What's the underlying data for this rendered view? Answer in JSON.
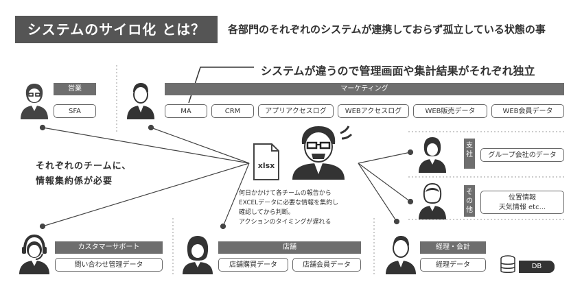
{
  "header": {
    "title": "システムのサイロ化 とは？",
    "subtitle": "各部門のそれぞれのシステムが連携しておらず孤立している状態の事"
  },
  "callout": {
    "text": "システムが違うので管理画面や集計結果がそれぞれ独立"
  },
  "sales": {
    "label": "営業",
    "systems": [
      "SFA"
    ]
  },
  "marketing": {
    "label": "マーケティング",
    "systems": [
      "MA",
      "CRM",
      "アプリアクセスログ",
      "WEBアクセスログ",
      "WEB販売データ",
      "WEB会員データ"
    ]
  },
  "branch": {
    "label": "支社",
    "label_chars": [
      "支",
      "社"
    ],
    "systems": [
      "グループ会社のデータ"
    ]
  },
  "other": {
    "label": "その他",
    "label_chars": [
      "そ",
      "の",
      "他"
    ],
    "systems": [
      "位置情報",
      "天気情報 etc..."
    ]
  },
  "customer_support": {
    "label": "カスタマーサポート",
    "systems": [
      "問い合わせ管理データ"
    ]
  },
  "store": {
    "label": "店舗",
    "systems": [
      "店舗購買データ",
      "店舗会員データ"
    ]
  },
  "accounting": {
    "label": "経理・会計",
    "systems": [
      "経理データ"
    ]
  },
  "db": {
    "label": "DB"
  },
  "file": {
    "label": "xlsx"
  },
  "left_message": {
    "lines": [
      "それぞれのチームに、",
      "情報集約係が必要"
    ]
  },
  "center_note": {
    "lines": [
      "何日かかけて各チームの報告から",
      "EXCELデータに必要な情報を集約し",
      "確認してから判断。",
      "アクションのタイミングが遅れる"
    ]
  },
  "colors": {
    "dark": "#555555",
    "bar": "#6e6e6e",
    "line": "#444444",
    "white": "#ffffff"
  }
}
